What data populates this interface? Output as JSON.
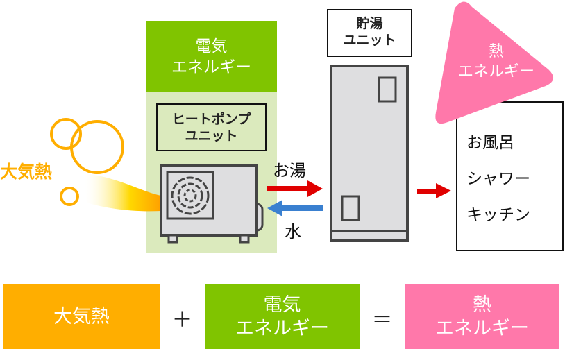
{
  "colors": {
    "orange": "#ffae00",
    "green": "#80c400",
    "light_green": "#dbeabd",
    "pink": "#ff78aa",
    "red": "#e00000",
    "blue": "#3a80d0",
    "gray": "#dedee0"
  },
  "diagram": {
    "air_heat": "大気熱",
    "electric_energy": {
      "line1": "電気",
      "line2": "エネルギー"
    },
    "heat_pump_unit": {
      "line1": "ヒートポンプ",
      "line2": "ユニット"
    },
    "hot_water": "お湯",
    "water": "水",
    "storage_unit": {
      "line1": "貯湯",
      "line2": "ユニット"
    },
    "heat_energy": {
      "line1": "熱",
      "line2": "エネルギー"
    },
    "uses": [
      "お風呂",
      "シャワー",
      "キッチン"
    ]
  },
  "equation": {
    "term1": "大気熱",
    "plus": "＋",
    "term2": {
      "line1": "電気",
      "line2": "エネルギー"
    },
    "equals": "＝",
    "result": {
      "line1": "熱",
      "line2": "エネルギー"
    }
  }
}
